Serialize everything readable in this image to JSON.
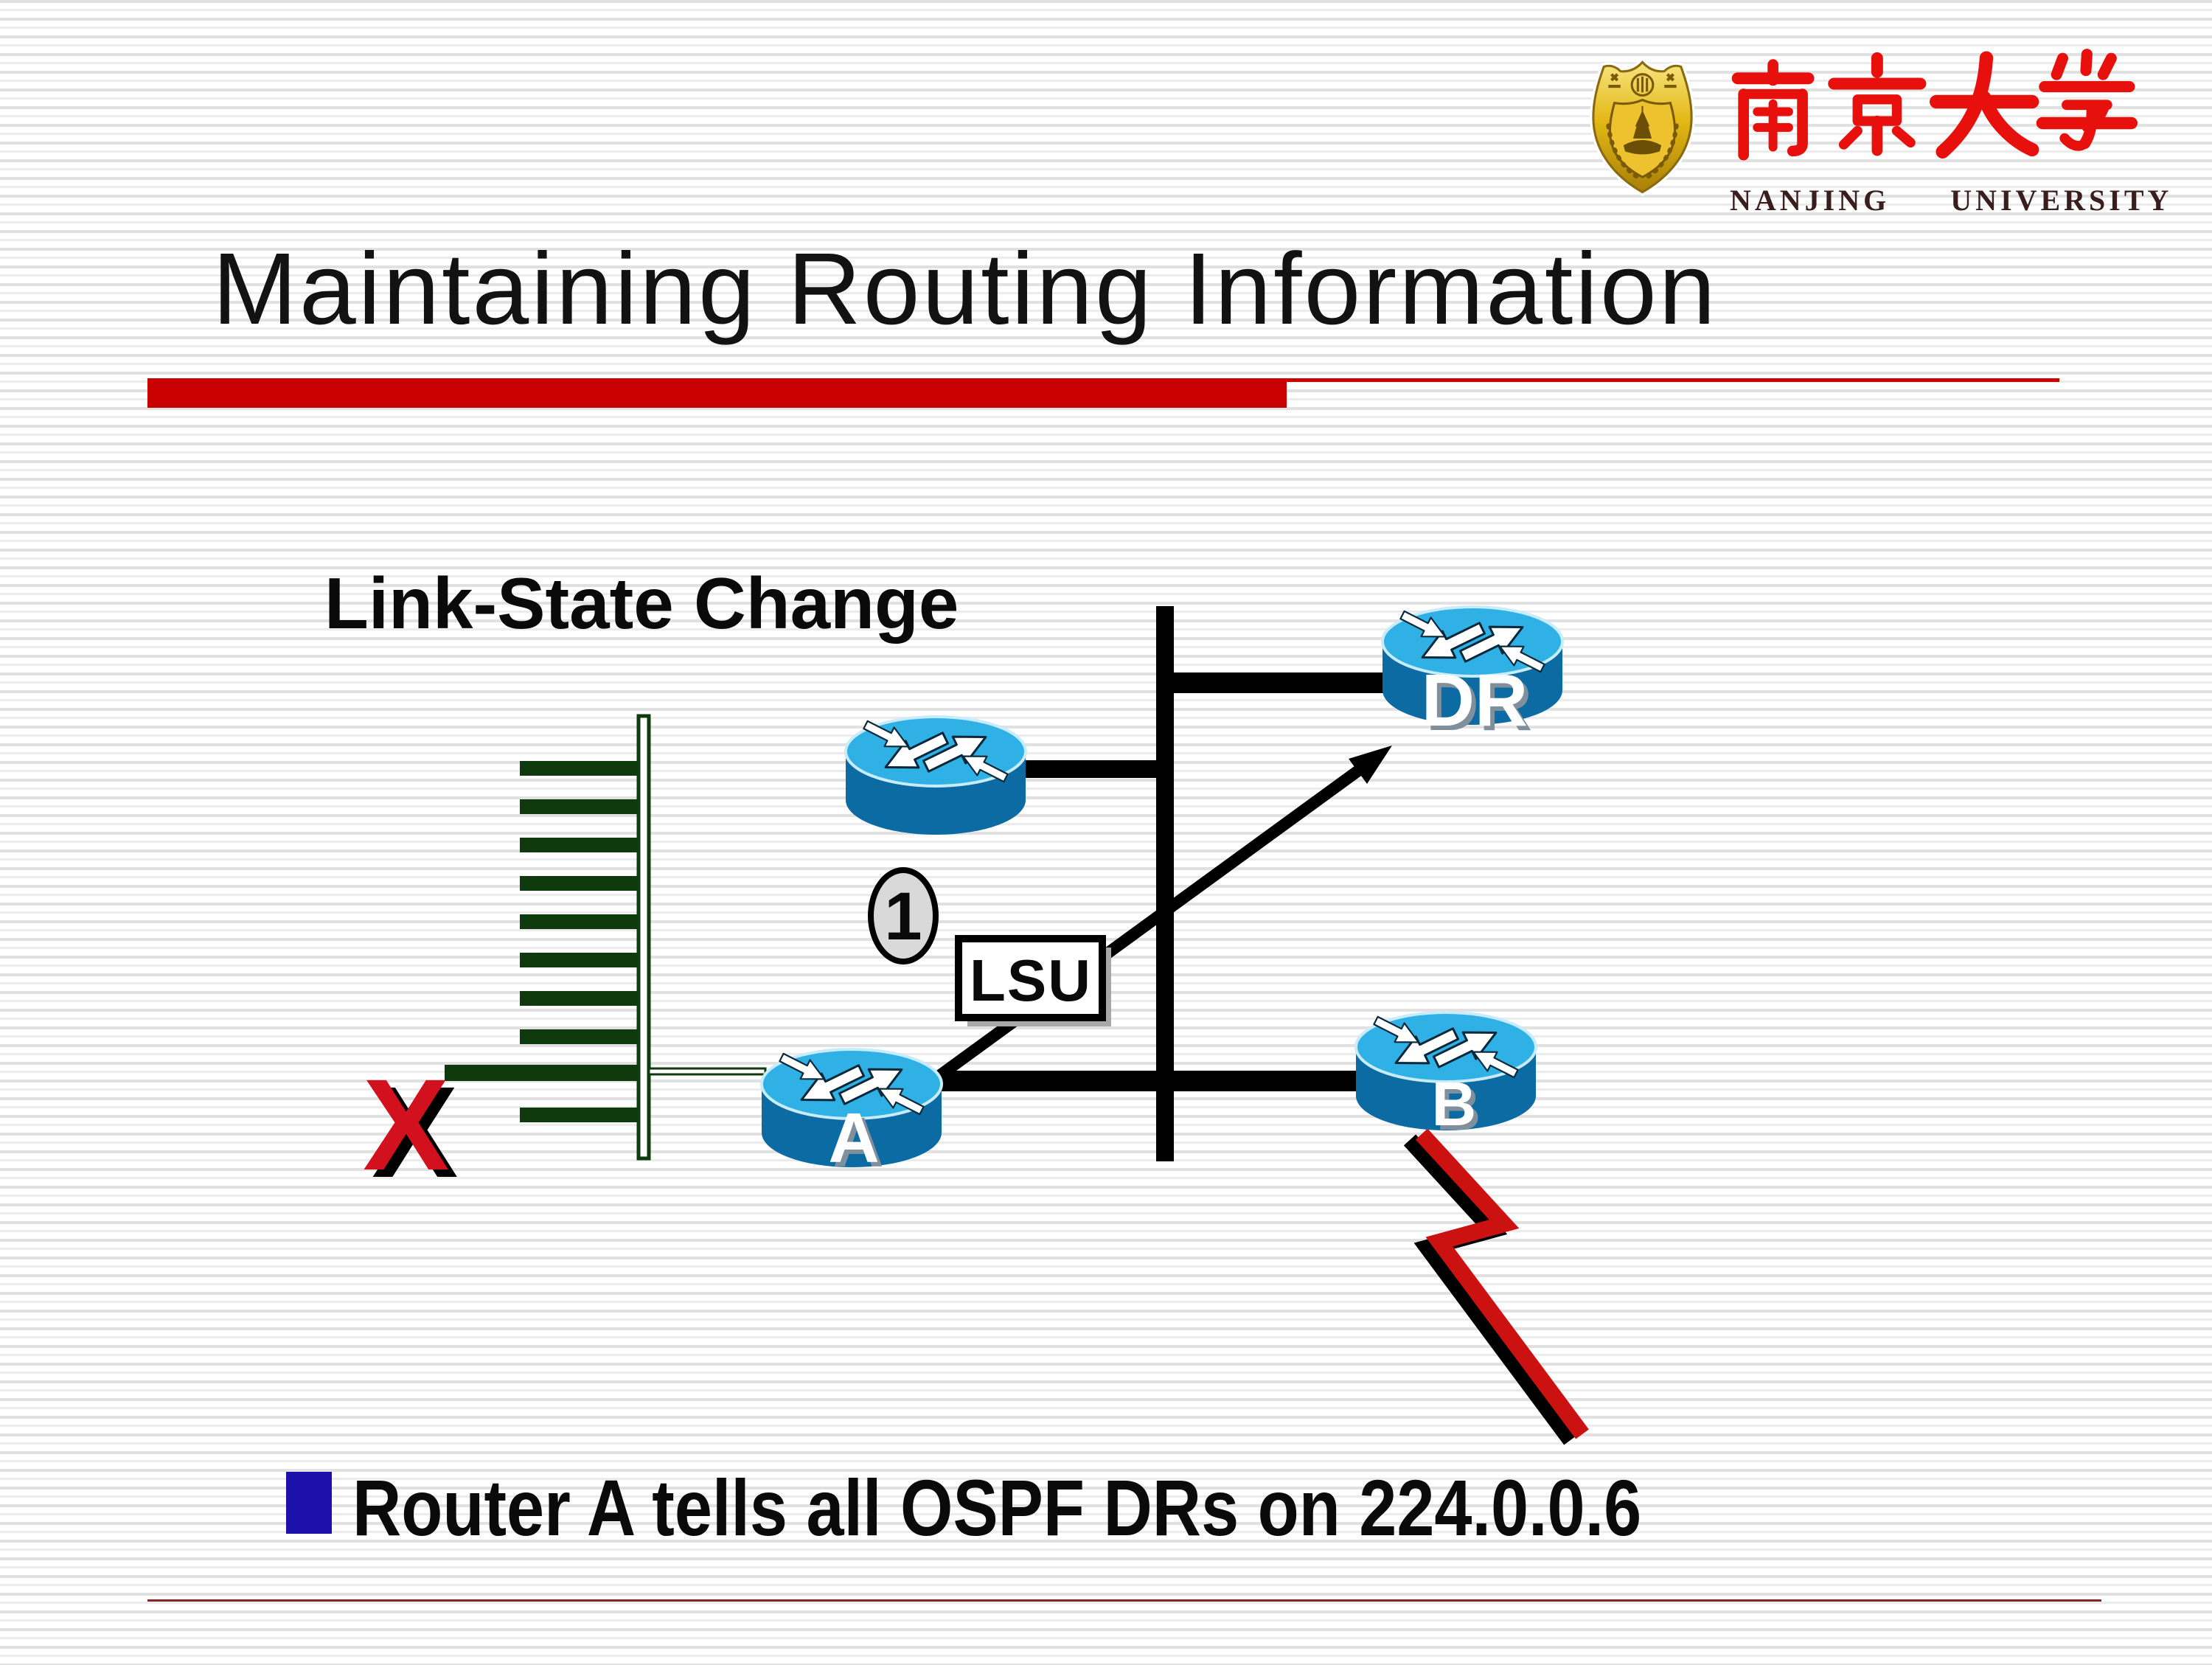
{
  "title": "Maintaining Routing Information",
  "logo": {
    "chinese_name": "南京大学",
    "english_name": "NANJING  UNIVERSITY"
  },
  "diagram": {
    "caption": "Link-State Change",
    "failure_marker": "X",
    "step_number": "1",
    "packet_label": "LSU",
    "router_dr_label": "DR",
    "router_a_label": "A",
    "router_b_label": "B"
  },
  "bullet": {
    "text": "Router A tells all OSPF DRs on 224.0.0.6"
  },
  "colors": {
    "accent_red": "#c80000",
    "bullet_blue": "#1c12aa",
    "router_top_blue": "#2fb1e6",
    "router_body_blue": "#0c6ba3",
    "segment_green": "#0e3a0e",
    "failure_red": "#d2101e",
    "bolt_red": "#cc1111",
    "logo_red": "#e8100c",
    "logo_gold": "#e3b816",
    "footer_line_maroon": "#8b2424"
  }
}
